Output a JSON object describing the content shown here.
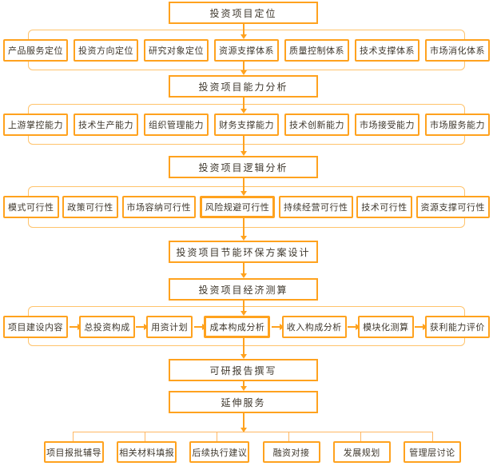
{
  "flow": {
    "stages": [
      {
        "label": "投资项目定位"
      },
      {
        "label": "投资项目能力分析"
      },
      {
        "label": "投资项目逻辑分析"
      },
      {
        "label": "投资项目节能环保方案设计"
      },
      {
        "label": "投资项目经济测算"
      },
      {
        "label": "可研报告撰写"
      },
      {
        "label": "延伸服务"
      }
    ],
    "groups": {
      "positioning": [
        "产品服务定位",
        "投资方向定位",
        "研究对象定位",
        "资源支撑体系",
        "质量控制体系",
        "技术支撑体系",
        "市场消化体系"
      ],
      "capability": [
        "上游掌控能力",
        "技术生产能力",
        "组织管理能力",
        "财务支撑能力",
        "技术创新能力",
        "市场接受能力",
        "市场服务能力"
      ],
      "feasibility": [
        "模式可行性",
        "政策可行性",
        "市场容纳可行性",
        "风险规避可行性",
        "持续经营可行性",
        "技术可行性",
        "资源支撑可行性"
      ],
      "economic": [
        "项目建设内容",
        "总投资构成",
        "用资计划",
        "成本构成分析",
        "收入构成分析",
        "模块化测算",
        "获利能力评价"
      ],
      "extension": [
        "项目报批辅导",
        "相关材料填报",
        "后续执行建议",
        "融资对接",
        "发展规划",
        "管理层讨论"
      ]
    }
  },
  "colors": {
    "node-border": "#ffa21e",
    "group-outline": "#ffc36b",
    "connector": "#ffa21e",
    "tree-line": "#ffb763",
    "text": "#3e372c"
  }
}
